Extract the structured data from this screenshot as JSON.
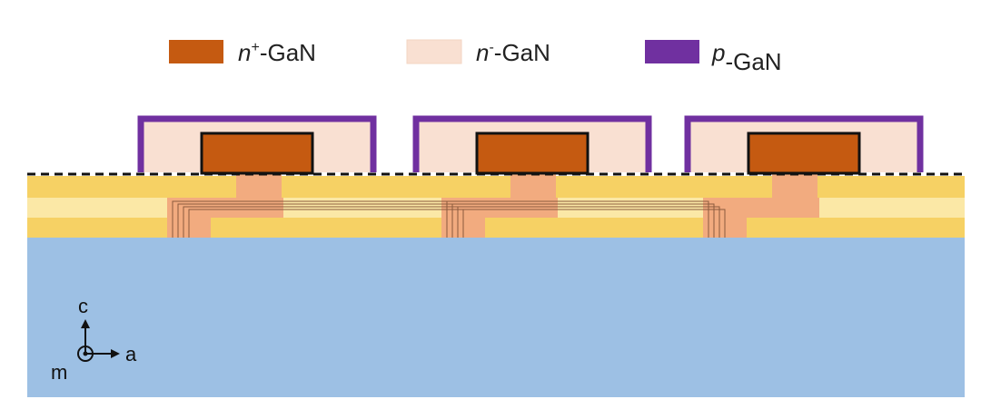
{
  "legend": {
    "items": [
      {
        "italic": "n",
        "sup": "+",
        "rest": "-GaN",
        "color": "#c55a11"
      },
      {
        "italic": "n",
        "sup": "-",
        "rest": "-GaN",
        "color": "#f9e0d2"
      },
      {
        "italic": "p",
        "sup": "",
        "rest": "-GaN",
        "color": "#7030a0"
      }
    ]
  },
  "axes": {
    "c_label": "c",
    "a_label": "a",
    "m_label": "m"
  },
  "colors": {
    "substrate": "#9dc0e4",
    "layer_dark": "#f6d164",
    "layer_light": "#fbe8a6",
    "via": "#f2ab7f",
    "n_plus": "#c55a11",
    "n_minus": "#f9e0d2",
    "p_gan": "#7030a0"
  }
}
